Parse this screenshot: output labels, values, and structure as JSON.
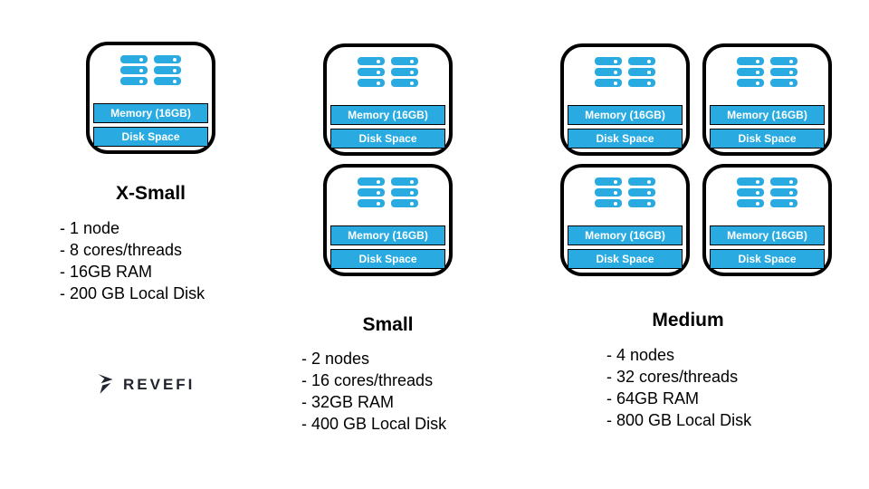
{
  "colors": {
    "accent": "#29ABE2",
    "node_border": "#000000",
    "bar_text": "#FFFFFF",
    "logo_color": "#20242e"
  },
  "tiers": [
    {
      "name": "X-Small",
      "node_count": 1,
      "memory_label": "Memory (16GB)",
      "disk_label": "Disk Space",
      "specs": [
        "- 1 node",
        "- 8 cores/threads",
        "- 16GB RAM",
        "- 200 GB Local Disk"
      ]
    },
    {
      "name": "Small",
      "node_count": 2,
      "memory_label": "Memory (16GB)",
      "disk_label": "Disk Space",
      "specs": [
        "- 2 nodes",
        "- 16 cores/threads",
        "- 32GB RAM",
        "- 400 GB Local Disk"
      ]
    },
    {
      "name": "Medium",
      "node_count": 4,
      "memory_label": "Memory (16GB)",
      "disk_label": "Disk Space",
      "specs": [
        "- 4 nodes",
        "- 32 cores/threads",
        "- 64GB RAM",
        "- 800 GB Local Disk"
      ]
    }
  ],
  "logo": {
    "brand": "REVEFI"
  }
}
